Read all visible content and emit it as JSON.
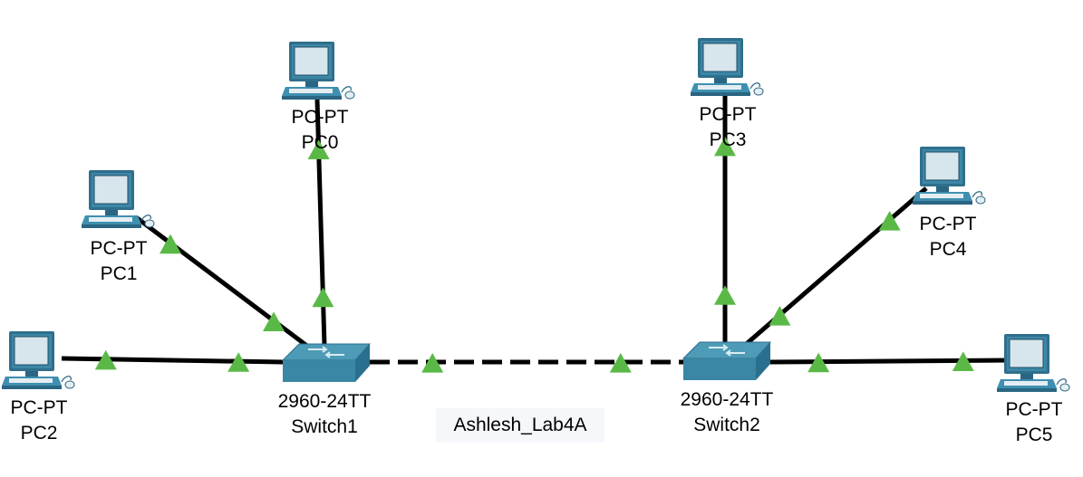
{
  "title": "",
  "note": "Ashlesh_Lab4A",
  "devices": {
    "pc0": {
      "model": "PC-PT",
      "name": "PC0"
    },
    "pc1": {
      "model": "PC-PT",
      "name": "PC1"
    },
    "pc2": {
      "model": "PC-PT",
      "name": "PC2"
    },
    "pc3": {
      "model": "PC-PT",
      "name": "PC3"
    },
    "pc4": {
      "model": "PC-PT",
      "name": "PC4"
    },
    "pc5": {
      "model": "PC-PT",
      "name": "PC5"
    },
    "switch1": {
      "model": "2960-24TT",
      "name": "Switch1"
    },
    "switch2": {
      "model": "2960-24TT",
      "name": "Switch2"
    }
  },
  "links": [
    {
      "from": "PC0",
      "to": "Switch1",
      "cable": "copper-straight-through",
      "status": "up"
    },
    {
      "from": "PC1",
      "to": "Switch1",
      "cable": "copper-straight-through",
      "status": "up"
    },
    {
      "from": "PC2",
      "to": "Switch1",
      "cable": "copper-straight-through",
      "status": "up"
    },
    {
      "from": "Switch1",
      "to": "Switch2",
      "cable": "copper-cross-over",
      "status": "up"
    },
    {
      "from": "PC3",
      "to": "Switch2",
      "cable": "copper-straight-through",
      "status": "up"
    },
    {
      "from": "PC4",
      "to": "Switch2",
      "cable": "copper-straight-through",
      "status": "up"
    },
    {
      "from": "PC5",
      "to": "Switch2",
      "cable": "copper-straight-through",
      "status": "up"
    }
  ],
  "colors": {
    "link": "#000000",
    "link_up_indicator": "#5ab946",
    "pc_body": "#2f6f8c",
    "pc_screen": "#d7e6ec",
    "switch_top": "#4d9bb6",
    "switch_side": "#2f7391",
    "note_background": "#f5f7fb"
  }
}
